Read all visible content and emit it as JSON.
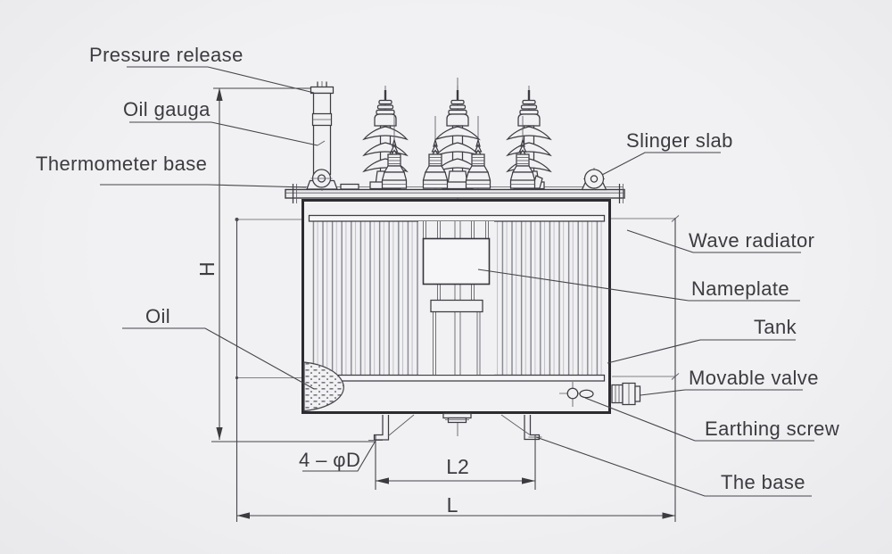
{
  "diagram_type": "transformer-outline-technical-drawing",
  "callouts": {
    "pressure_release": "Pressure release",
    "oil_gauge": "Oil gauga",
    "thermometer_base": "Thermometer base",
    "slinger_slab": "Slinger slab",
    "wave_radiator": "Wave radiator",
    "nameplate": "Nameplate",
    "tank": "Tank",
    "oil": "Oil",
    "movable_valve": "Movable valve",
    "earthing_screw": "Earthing screw",
    "the_base": "The base"
  },
  "dimensions": {
    "height": "H",
    "mounting_holes": "4 – φD",
    "foot_spacing": "L2",
    "overall_length": "L"
  },
  "colors": {
    "background": "#efeff1",
    "line": "#45454b",
    "line_strong": "#2b2b30",
    "text": "#3b3b40"
  }
}
